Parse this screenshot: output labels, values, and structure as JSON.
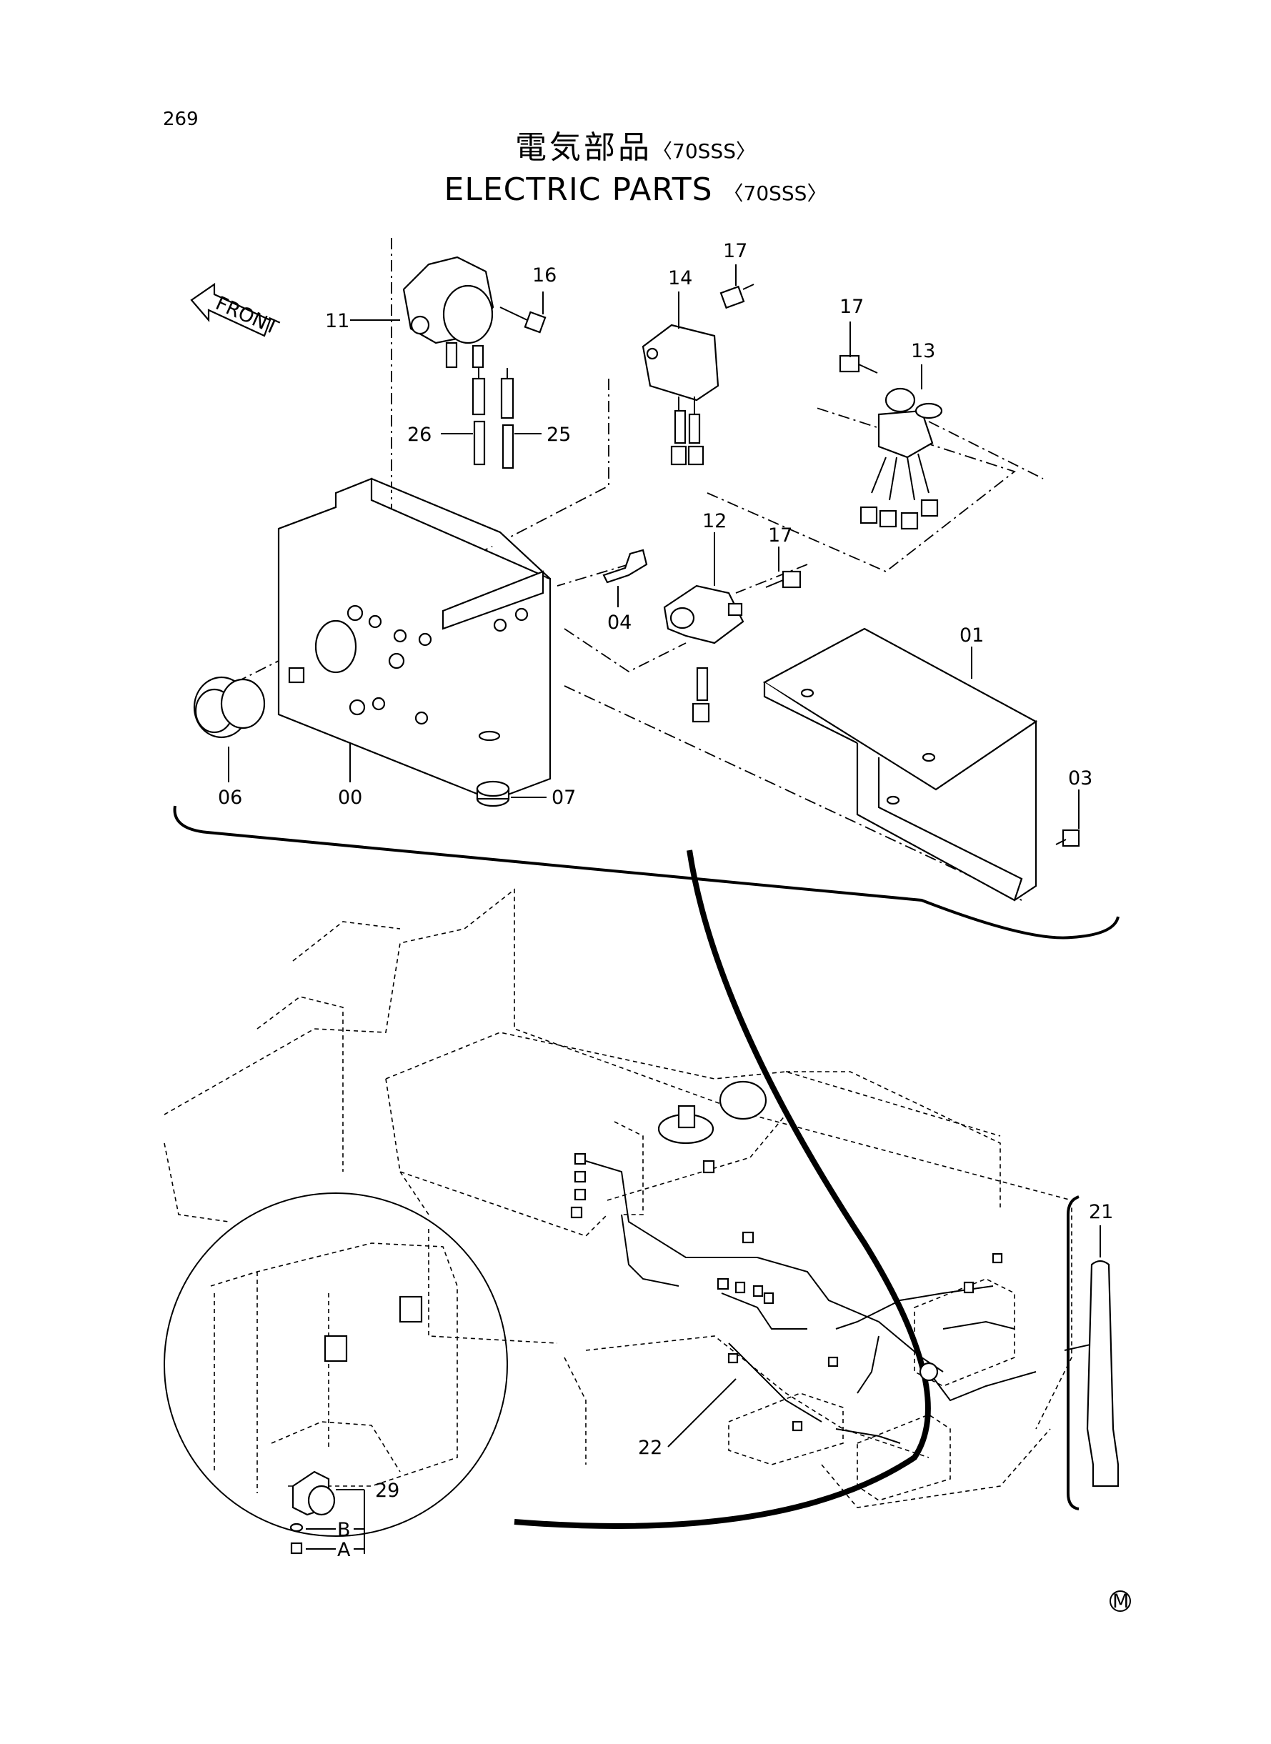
{
  "page_number": "269",
  "title": {
    "jp_text": "電気部品",
    "jp_suffix": "〈70SSS〉",
    "en_text": "ELECTRIC PARTS",
    "en_suffix": "〈70SSS〉"
  },
  "front_arrow_label": "FRONT",
  "callouts": {
    "p00": "00",
    "p01": "01",
    "p03": "03",
    "p04": "04",
    "p06": "06",
    "p07": "07",
    "p11": "11",
    "p12": "12",
    "p13": "13",
    "p14": "14",
    "p16": "16",
    "p17a": "17",
    "p17b": "17",
    "p17c": "17",
    "p21": "21",
    "p22": "22",
    "p25": "25",
    "p26": "26",
    "p29": "29",
    "pA": "A",
    "pB": "B"
  },
  "marker": "M"
}
